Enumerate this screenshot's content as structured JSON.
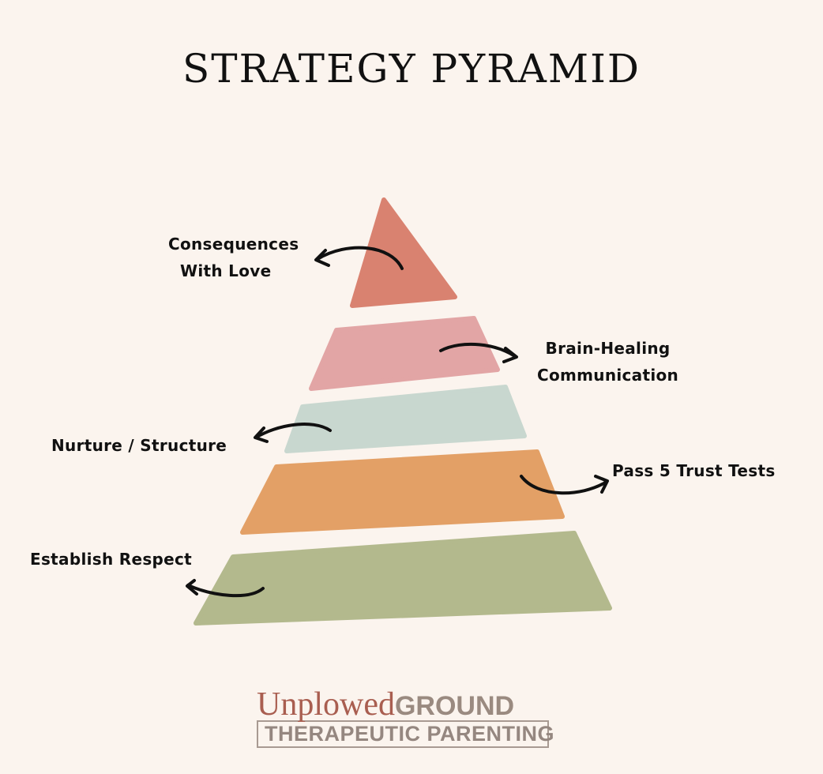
{
  "title": "STRATEGY PYRAMID",
  "levels": [
    {
      "label_lines": [
        "Consequences",
        "With Love"
      ],
      "color": "#d98270"
    },
    {
      "label_lines": [
        "Brain-Healing",
        "Communication"
      ],
      "color": "#e2a5a5"
    },
    {
      "label": "Nurture / Structure",
      "color": "#c8d7cf"
    },
    {
      "label": "Pass 5 Trust Tests",
      "color": "#e3a066"
    },
    {
      "label": "Establish Respect",
      "color": "#b3b98d"
    }
  ],
  "logo": {
    "part1": "Unplowed",
    "part2": "GROUND",
    "subtitle": "THERAPEUTIC PARENTING"
  }
}
